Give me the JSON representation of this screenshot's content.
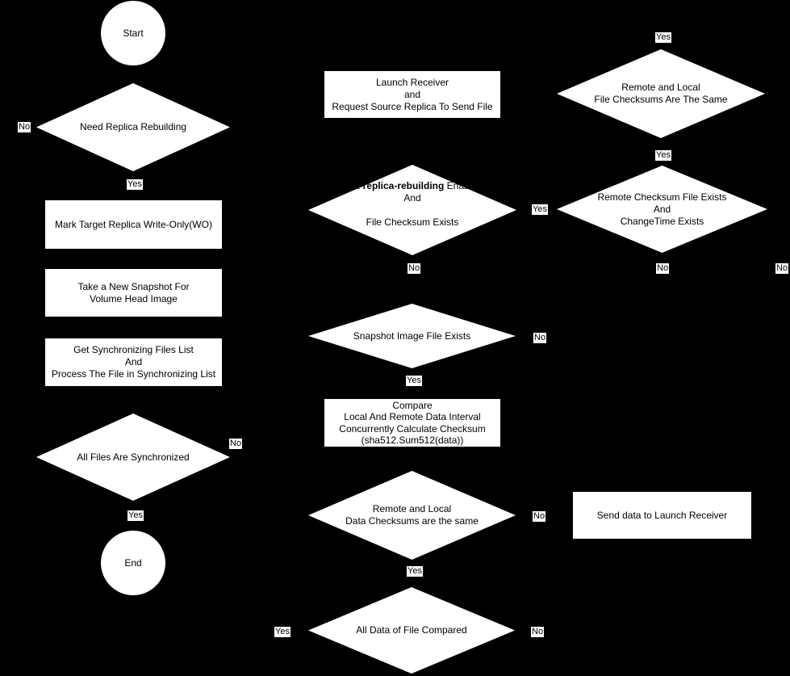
{
  "colors": {
    "background": "#000000",
    "shape_fill": "#ffffff",
    "shape_text": "#000000",
    "edge_label_bg": "#ffffff",
    "edge_label_text": "#000000"
  },
  "nodes": {
    "start": {
      "type": "terminator-circle",
      "label": "Start"
    },
    "need_replica_rebuilding": {
      "type": "decision",
      "label": "Need Replica Rebuilding"
    },
    "mark_target_replica": {
      "type": "process",
      "label": "Mark Target Replica Write-Only(WO)"
    },
    "take_snapshot": {
      "type": "process",
      "label": "Take a New Snapshot For\nVolume Head Image"
    },
    "get_sync_files": {
      "type": "process",
      "label": "Get Synchronizing Files List\nAnd\nProcess The File in Synchronizing List"
    },
    "all_files_synchronized": {
      "type": "decision",
      "label": "All Files Are Synchronized"
    },
    "end": {
      "type": "terminator-circle",
      "label": "End"
    },
    "launch_receiver": {
      "type": "process",
      "label": "Launch Receiver\nand\nRequest Source Replica To Send File"
    },
    "fast_replica_rebuilding": {
      "type": "decision",
      "bold_label": "fast-replica-rebuilding",
      "label_after_bold": " Enabled",
      "line2": "And",
      "line3": "File Checksum Exists"
    },
    "snapshot_image_exists": {
      "type": "decision",
      "label": "Snapshot Image File Exists"
    },
    "compare_checksum": {
      "type": "process",
      "label": "Compare\nLocal And Remote Data Interval\nConcurrently Calculate Checksum\n(sha512.Sum512(data))"
    },
    "data_checksums_same": {
      "type": "decision",
      "label": "Remote and Local\nData Checksums are the same"
    },
    "all_data_compared": {
      "type": "decision",
      "label": "All Data of File Compared"
    },
    "file_checksums_same": {
      "type": "decision",
      "label": "Remote and Local\nFile Checksums Are The Same"
    },
    "remote_checksum_exists": {
      "type": "decision",
      "label": "Remote Checksum File Exists\nAnd\nChangeTime Exists"
    },
    "send_data": {
      "type": "process",
      "label": "Send data to Launch Receiver"
    }
  },
  "edge_labels": {
    "need_replica_no": "No",
    "need_replica_yes": "Yes",
    "all_files_no": "No",
    "all_files_yes": "Yes",
    "fast_replica_yes": "Yes",
    "fast_replica_no": "No",
    "snapshot_no": "No",
    "snapshot_yes": "Yes",
    "data_checksums_no": "No",
    "data_checksums_yes": "Yes",
    "all_data_yes": "Yes",
    "all_data_no": "No",
    "file_checksums_yes_top": "Yes",
    "file_checksums_yes": "Yes",
    "remote_checksum_no": "No",
    "remote_checksum_no_right": "No"
  }
}
